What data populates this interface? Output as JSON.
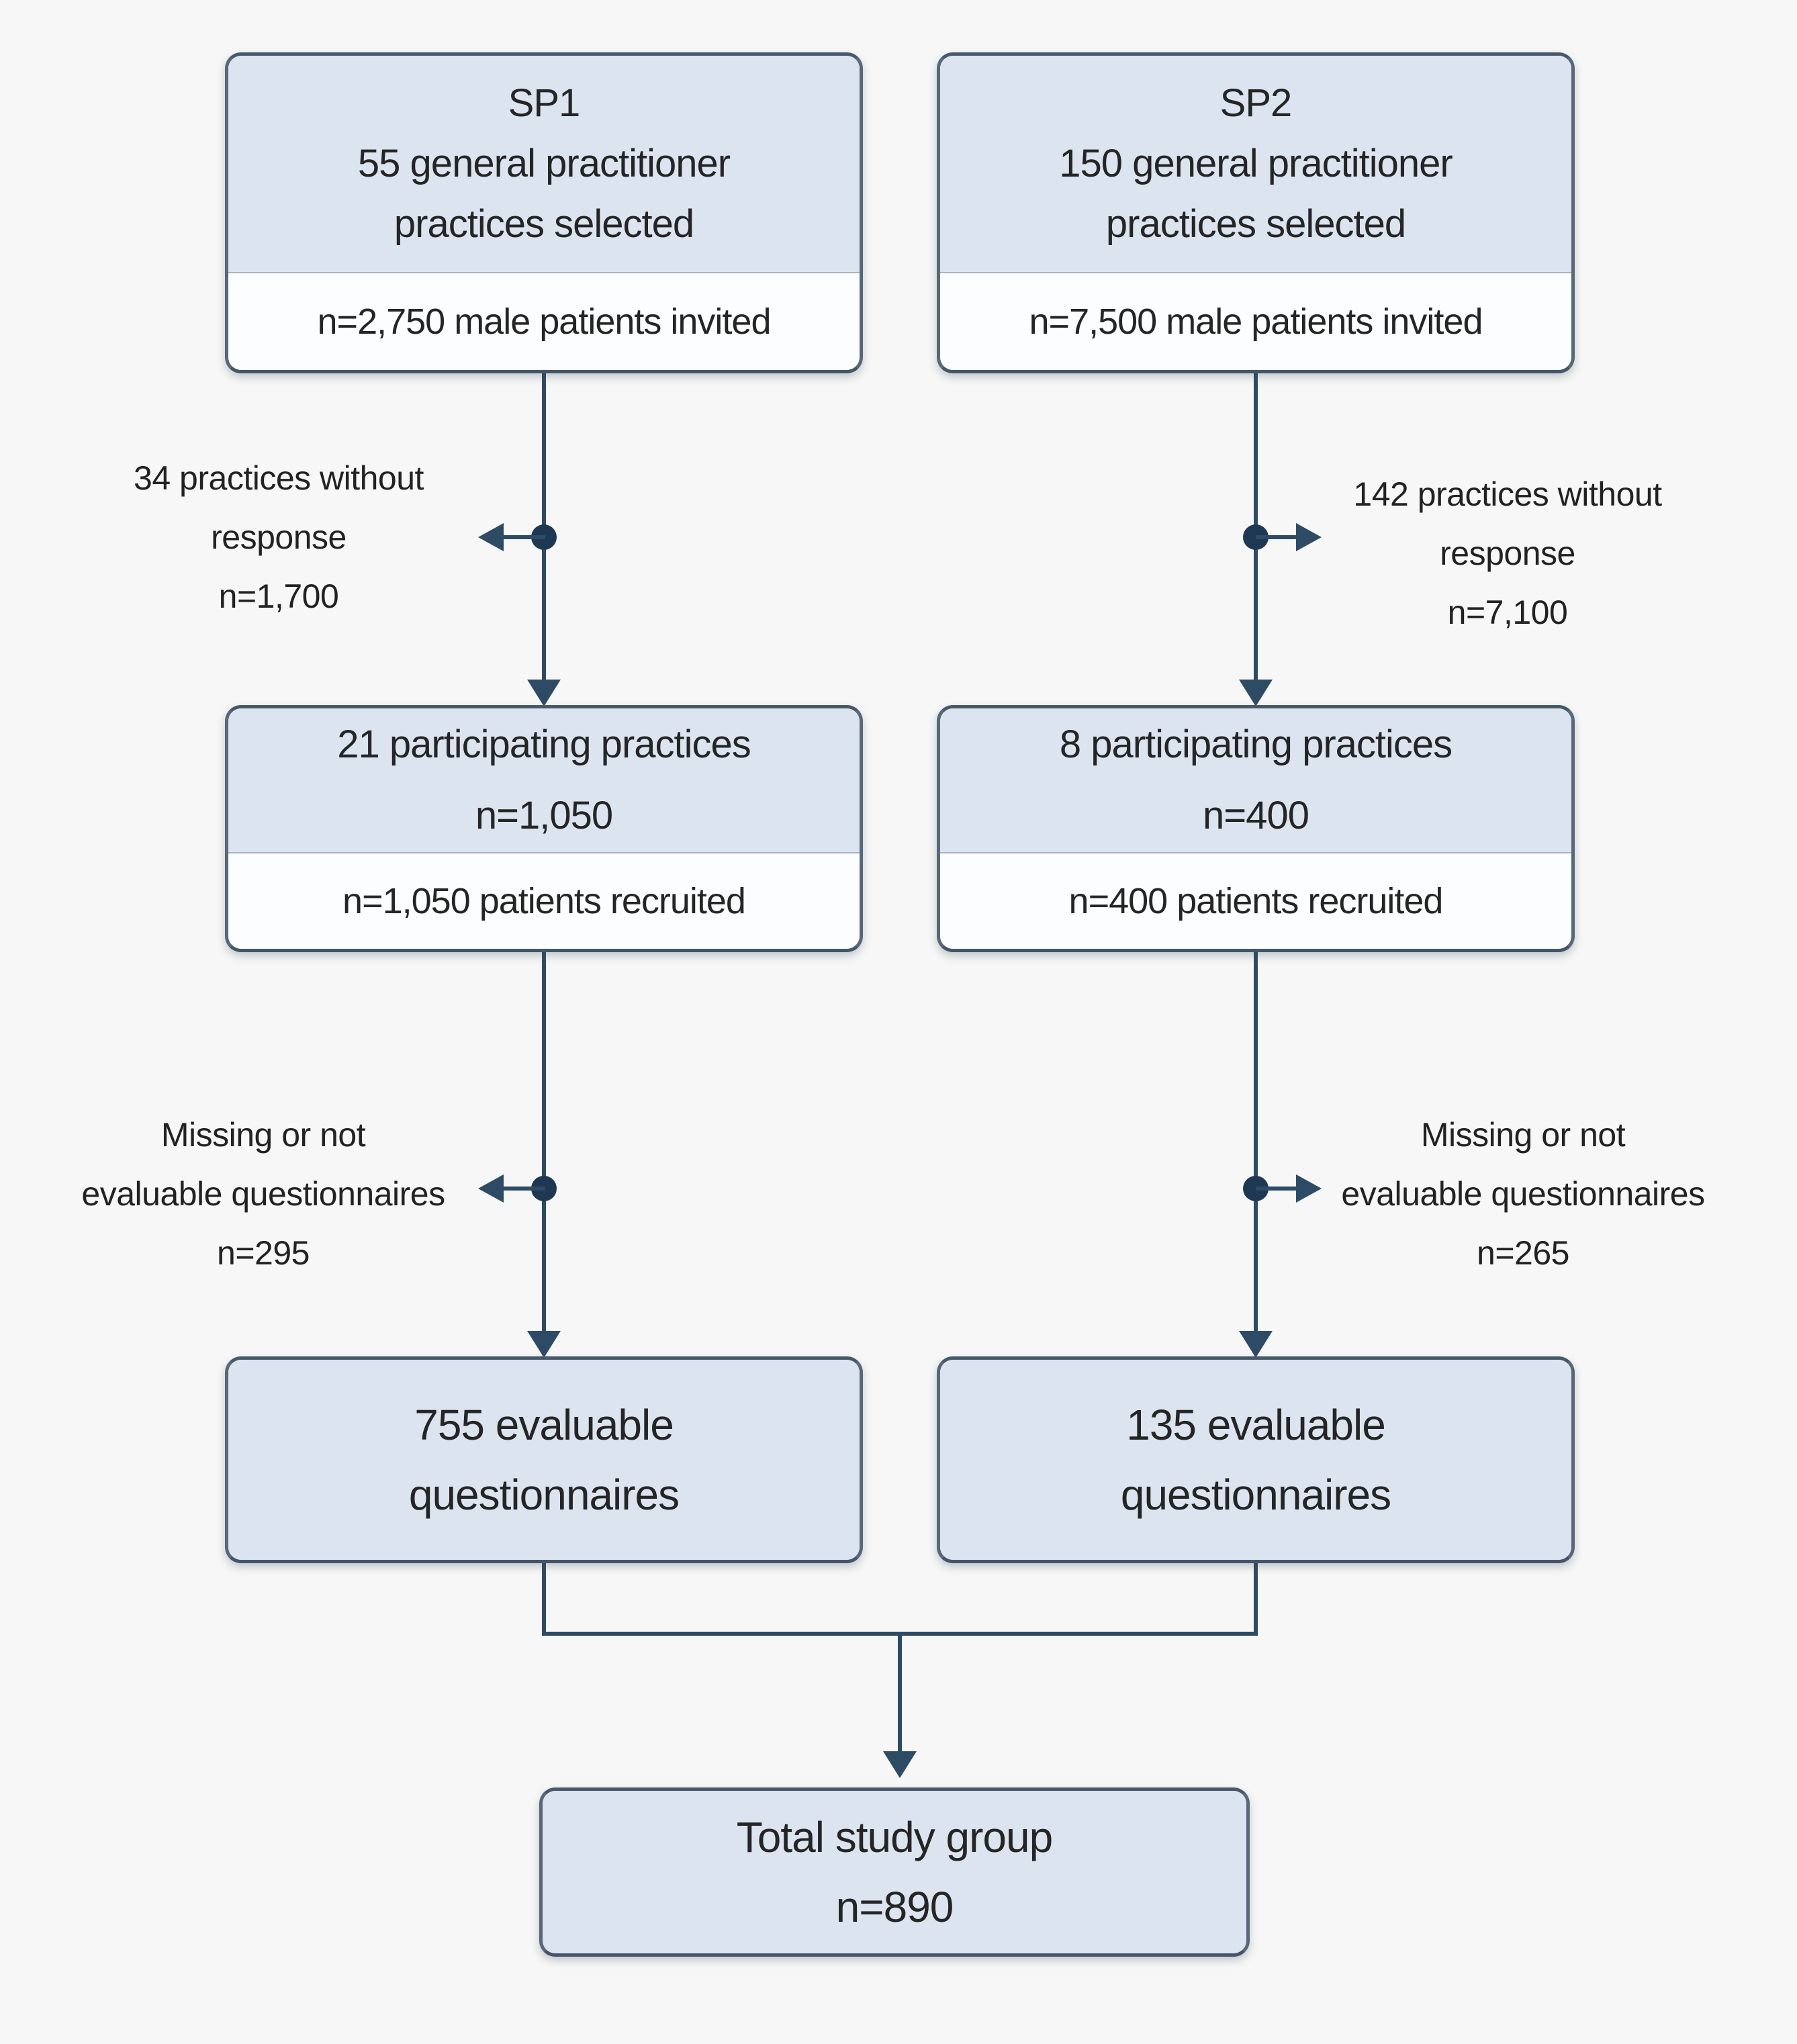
{
  "diagram": {
    "sp1": {
      "selected_box": {
        "title": "SP1",
        "line1": "55 general practitioner",
        "line2": "practices selected",
        "invited": "n=2,750 male patients invited"
      },
      "no_response_label": {
        "line1": "34 practices without",
        "line2": "response",
        "value": "n=1,700"
      },
      "participating_box": {
        "line1": "21 participating practices",
        "line2": "n=1,050",
        "recruited": "n=1,050 patients recruited"
      },
      "missing_label": {
        "line1": "Missing or not",
        "line2": "evaluable questionnaires",
        "value": "n=295"
      },
      "evaluable_box": {
        "line1": "755 evaluable",
        "line2": "questionnaires"
      }
    },
    "sp2": {
      "selected_box": {
        "title": "SP2",
        "line1": "150 general practitioner",
        "line2": "practices selected",
        "invited": "n=7,500 male patients invited"
      },
      "no_response_label": {
        "line1": "142 practices without",
        "line2": "response",
        "value": "n=7,100"
      },
      "participating_box": {
        "line1": "8 participating practices",
        "line2": "n=400",
        "recruited": "n=400 patients recruited"
      },
      "missing_label": {
        "line1": "Missing or not",
        "line2": "evaluable questionnaires",
        "value": "n=265"
      },
      "evaluable_box": {
        "line1": "135 evaluable",
        "line2": "questionnaires"
      }
    },
    "total_box": {
      "line1": "Total study group",
      "line2": "n=890"
    },
    "colors": {
      "box_fill": "#dce4f0",
      "box_sub_fill": "#fcfdfe",
      "border": "#566879",
      "connector": "#2e4b66",
      "divider": "#a9b3c2",
      "text": "#252525",
      "background": "#f6f7f6"
    }
  }
}
